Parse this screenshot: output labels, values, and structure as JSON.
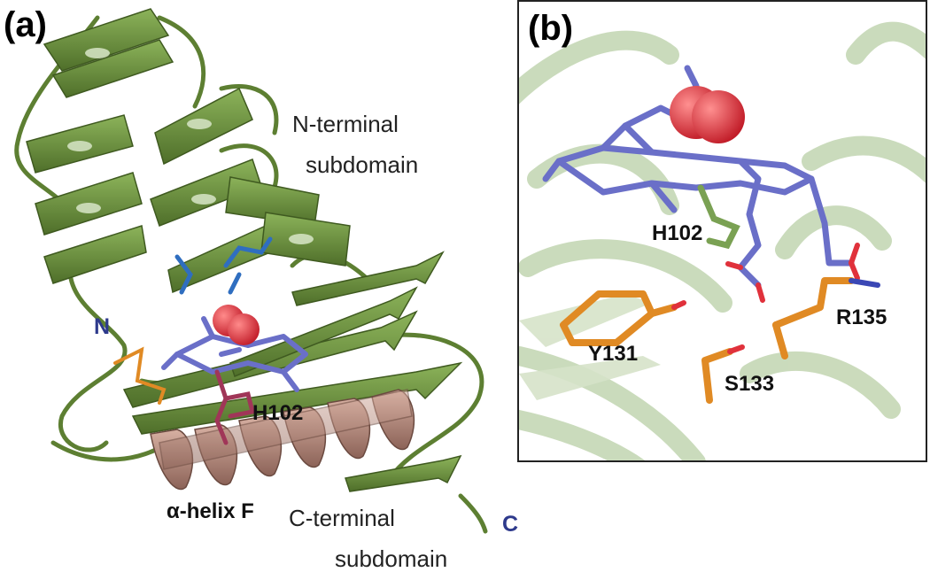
{
  "panel_a": {
    "tag": "(a)",
    "region_n": [
      "N-terminal",
      "subdomain"
    ],
    "region_c": [
      "C-terminal",
      "subdomain"
    ],
    "helix_label": "α-helix F",
    "residue": "H102",
    "n_terminus": "N",
    "c_terminus": "C"
  },
  "panel_b": {
    "tag": "(b)",
    "residues": {
      "h102": "H102",
      "y131": "Y131",
      "s133": "S133",
      "r135": "R135"
    }
  },
  "colors": {
    "protein_green": "#6b8f3e",
    "helix_f_pink": "#b98e80",
    "heme_blue": "#6a6fc8",
    "oxygen_red": "#e0313b",
    "residue_orange": "#e08a24",
    "histidine_magenta": "#a03658"
  }
}
